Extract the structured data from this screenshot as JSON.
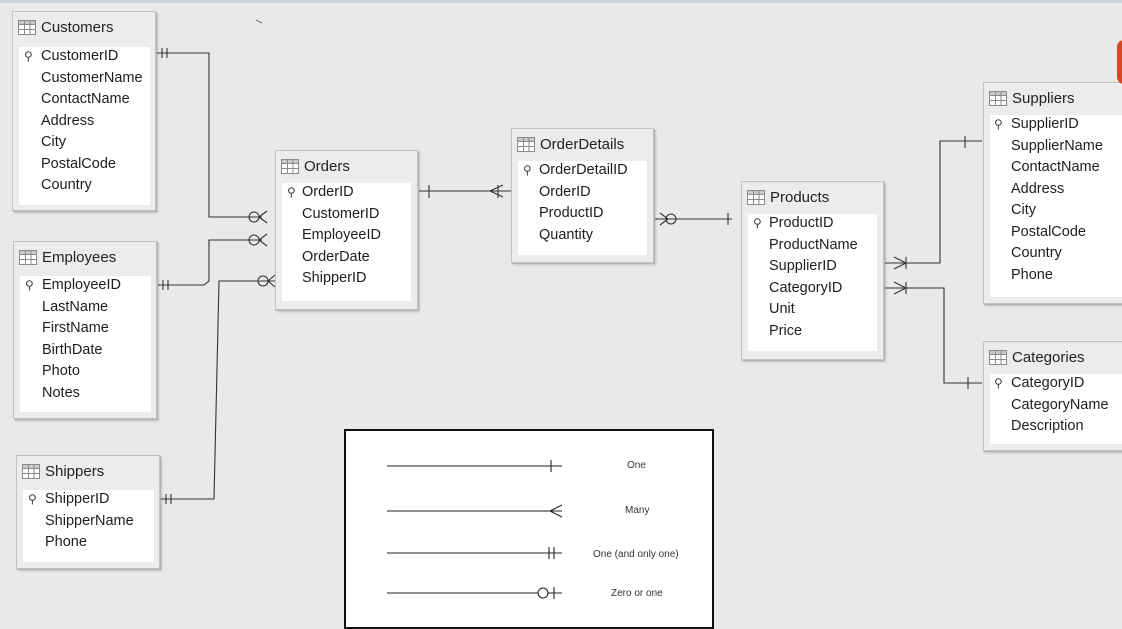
{
  "tables": {
    "customers": {
      "title": "Customers",
      "fields": [
        "CustomerID",
        "CustomerName",
        "ContactName",
        "Address",
        "City",
        "PostalCode",
        "Country"
      ]
    },
    "employees": {
      "title": "Employees",
      "fields": [
        "EmployeeID",
        "LastName",
        "FirstName",
        "BirthDate",
        "Photo",
        "Notes"
      ]
    },
    "shippers": {
      "title": "Shippers",
      "fields": [
        "ShipperID",
        "ShipperName",
        "Phone"
      ]
    },
    "orders": {
      "title": "Orders",
      "fields": [
        "OrderID",
        "CustomerID",
        "EmployeeID",
        "OrderDate",
        "ShipperID"
      ]
    },
    "orderdetails": {
      "title": "OrderDetails",
      "fields": [
        "OrderDetailID",
        "OrderID",
        "ProductID",
        "Quantity"
      ]
    },
    "products": {
      "title": "Products",
      "fields": [
        "ProductID",
        "ProductName",
        "SupplierID",
        "CategoryID",
        "Unit",
        "Price"
      ]
    },
    "suppliers": {
      "title": "Suppliers",
      "fields": [
        "SupplierID",
        "SupplierName",
        "ContactName",
        "Address",
        "City",
        "PostalCode",
        "Country",
        "Phone"
      ]
    },
    "categories": {
      "title": "Categories",
      "fields": [
        "CategoryID",
        "CategoryName",
        "Description"
      ]
    }
  },
  "legend": {
    "one": "One",
    "many": "Many",
    "one_and_only_one": "One (and only one)",
    "zero_or_one": "Zero or one"
  },
  "colors": {
    "line": "#333333",
    "accent": "#d04a26"
  }
}
